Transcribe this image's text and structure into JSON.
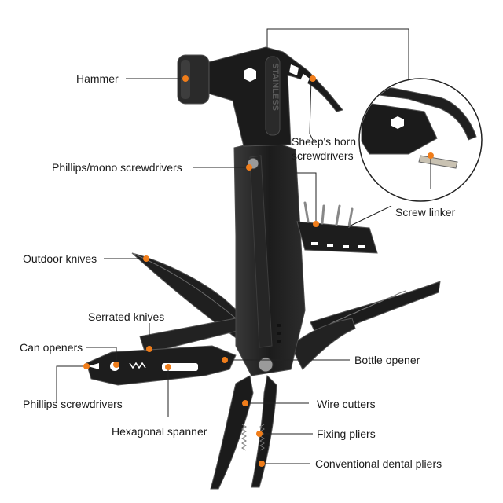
{
  "labels": {
    "hammer": "Hammer",
    "phillips_mono": "Phillips/mono screwdrivers",
    "outdoor_knives": "Outdoor knives",
    "serrated_knives": "Serrated knives",
    "can_openers": "Can openers",
    "phillips_screwdrivers": "Phillips screwdrivers",
    "hex_spanner": "Hexagonal spanner",
    "sheeps_horn_1": "Sheep's horn",
    "sheeps_horn_2": "screwdrivers",
    "screw_linker": "Screw linker",
    "bottle_opener": "Bottle opener",
    "wire_cutters": "Wire cutters",
    "fixing_pliers": "Fixing pliers",
    "dental_pliers": "Conventional dental pliers"
  },
  "engraving": "STAINLESS",
  "colors": {
    "tool_dark": "#1b1b1b",
    "tool_mid": "#2e2e2e",
    "tool_edge": "#4a4a4a",
    "callout_dot": "#f07d1a",
    "leader_line": "#222222",
    "background": "#ffffff"
  },
  "icons": {
    "callout_marker": "orange-dot"
  }
}
